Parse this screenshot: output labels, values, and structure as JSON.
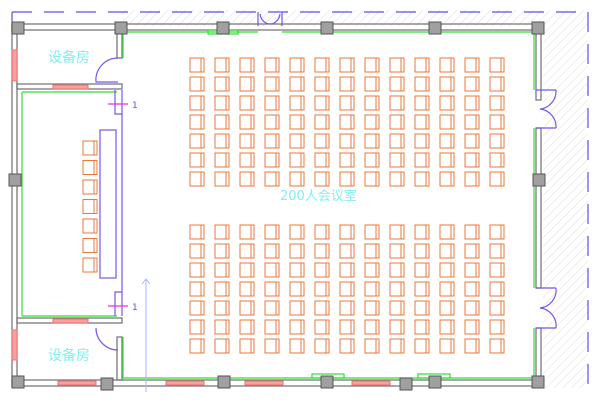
{
  "plan": {
    "main_room_label": "200人会议室",
    "equipment_room_top_label": "设备房",
    "equipment_room_bottom_label": "设备房",
    "section_marker_top": "1",
    "section_marker_bottom": "1"
  },
  "seating": {
    "main_columns": 13,
    "top_block_rows": 7,
    "bottom_block_rows": 7,
    "side_stage_seats": 7
  },
  "colors": {
    "wall": "#7a7a7a",
    "column": "#a0a0a0",
    "seat": "#e8773a",
    "window": "#f07070",
    "finish_line": "#33dd33",
    "door": "#7755ee",
    "axis": "#5555ee",
    "label": "#7ff0f0",
    "marker": "#ee33cc"
  }
}
